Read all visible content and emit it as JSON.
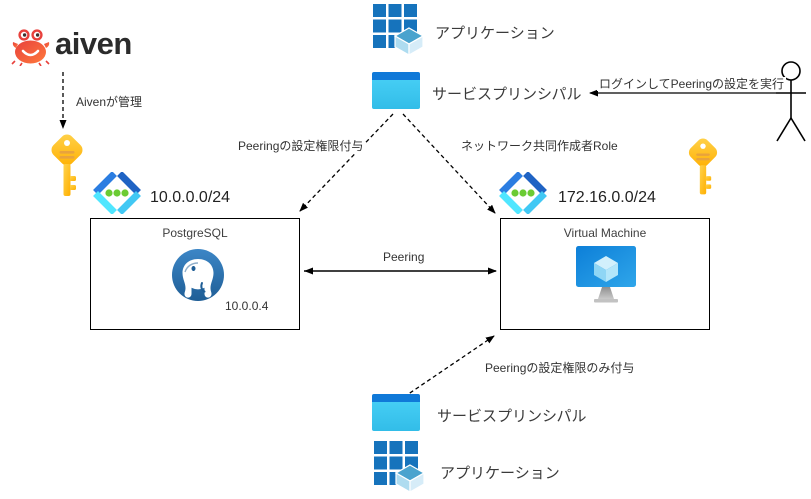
{
  "aiven": {
    "logo_text": "aiven",
    "managed_label": "Aivenが管理"
  },
  "top_app": {
    "label": "アプリケーション"
  },
  "top_sp": {
    "label": "サービスプリンシパル"
  },
  "actor_edge": {
    "label": "ログインしてPeeringの設定を実行"
  },
  "edges": {
    "left_grant": "Peeringの設定権限付与",
    "right_grant": "ネットワーク共同作成者Role",
    "peering": "Peering",
    "bottom_grant": "Peeringの設定権限のみ付与"
  },
  "left_network": {
    "cidr": "10.0.0.0/24"
  },
  "right_network": {
    "cidr": "172.16.0.0/24"
  },
  "postgres_box": {
    "title": "PostgreSQL",
    "ip": "10.0.0.4"
  },
  "vm_box": {
    "title": "Virtual Machine"
  },
  "bottom_sp": {
    "label": "サービスプリンシパル"
  },
  "bottom_app": {
    "label": "アプリケーション"
  },
  "icons": {
    "crab": "aiven-crab-logo",
    "key": "gold-key",
    "vnet": "azure-virtual-network",
    "app": "azure-application-grid-cube",
    "service_principal": "azure-service-principal-window",
    "postgresql": "postgresql-elephant",
    "vm": "azure-virtual-machine-monitor",
    "person": "stick-figure-actor"
  },
  "colors": {
    "key_gold": "#FFC425",
    "key_gold_dark": "#E8A33D",
    "azure_grid_blue": "#1673BC",
    "sp_cyan": "#3EC6F0",
    "sp_bar_blue": "#1079D8",
    "postgres_blue": "#2E6DA4",
    "vnet_green": "#6BCB33",
    "vnet_blue_dark": "#2B7DE1",
    "vnet_cyan": "#50E6FF",
    "crab_red": "#F1503C",
    "line_black": "#000000"
  }
}
